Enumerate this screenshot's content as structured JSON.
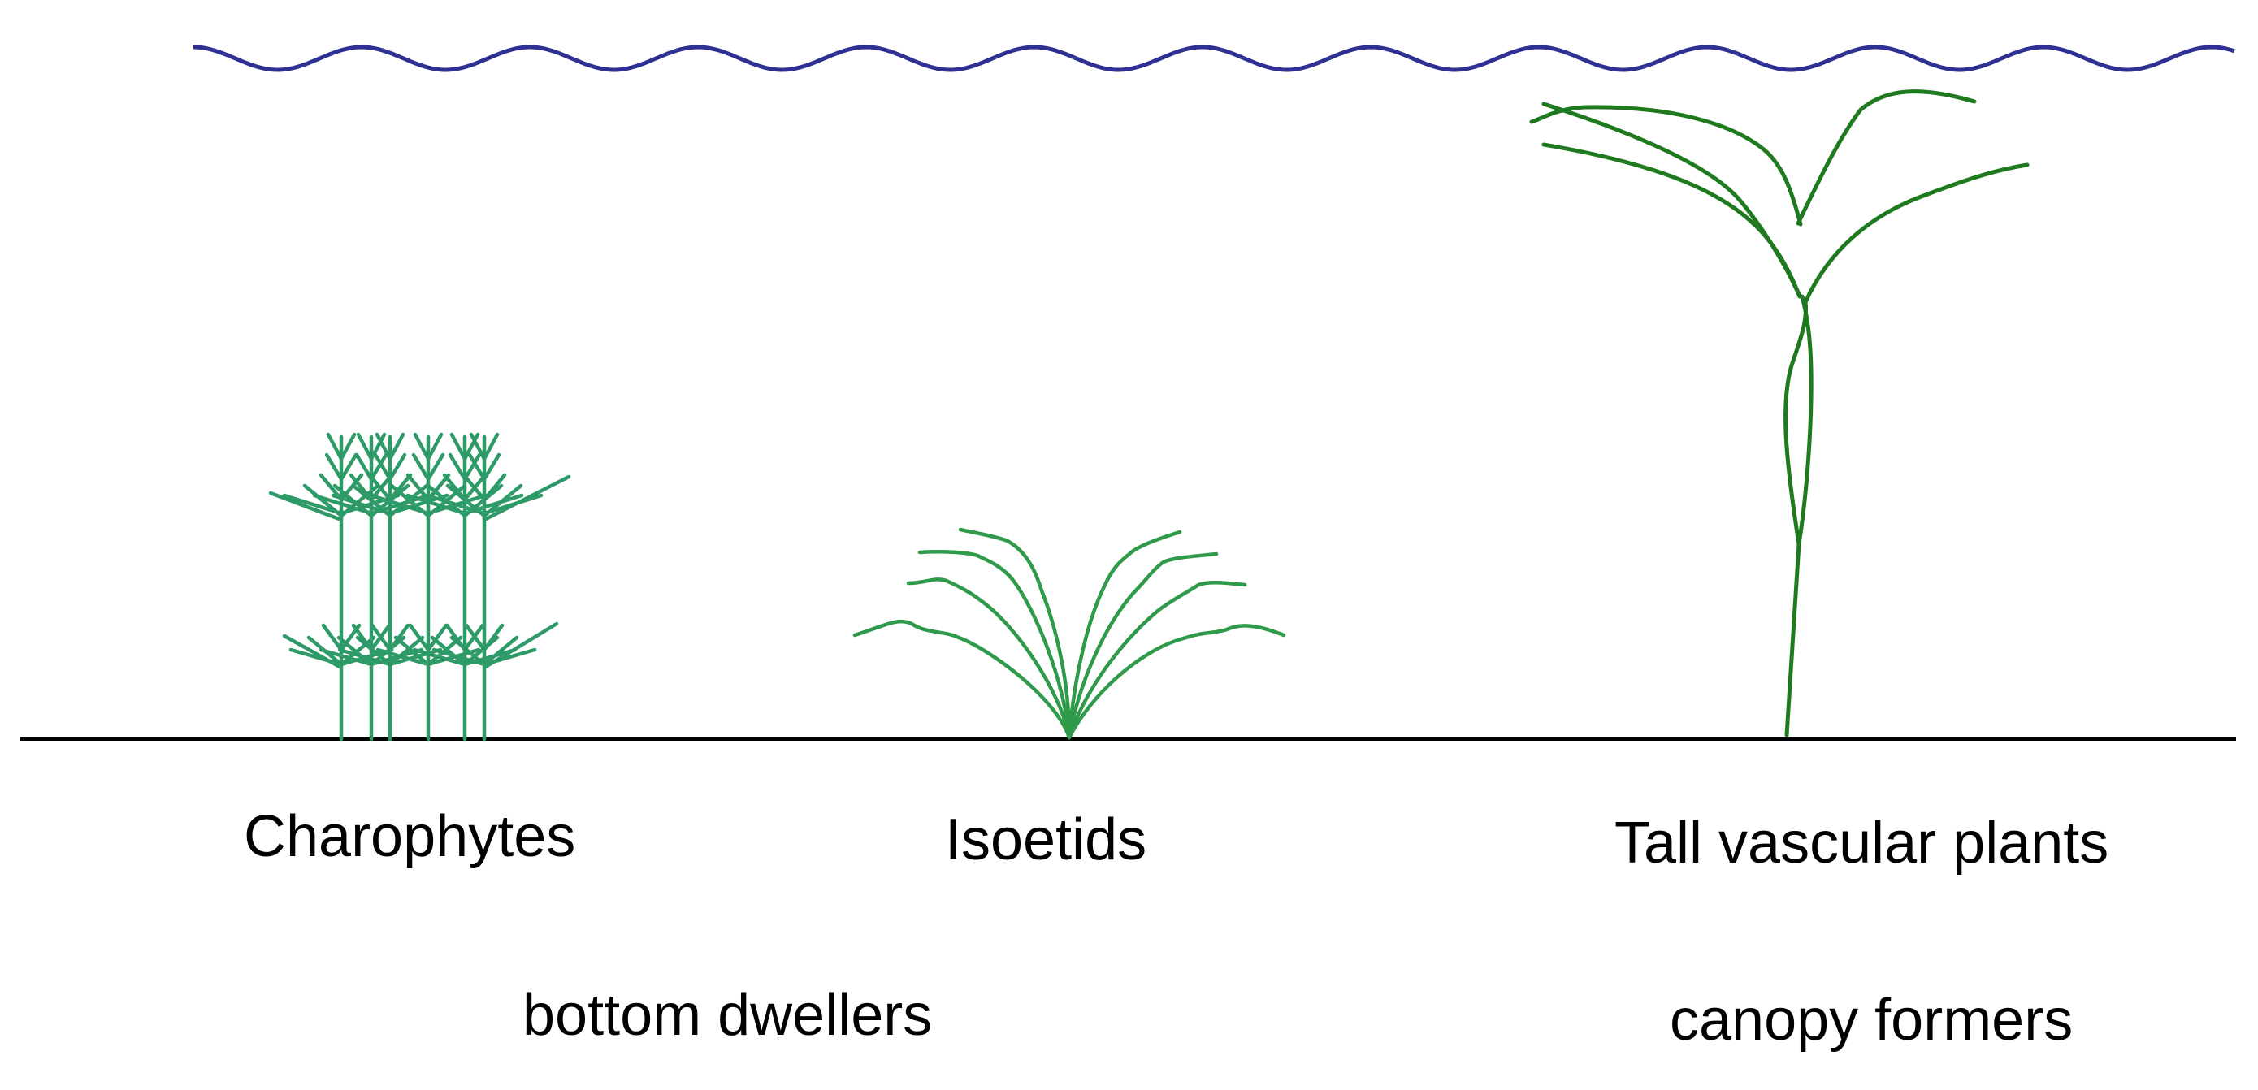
{
  "colors": {
    "water": "#2e3192",
    "ground": "#000000",
    "charophyte": "#2e9a68",
    "isoetid": "#2f9a4a",
    "vascular": "#1f7a1f"
  },
  "labels": {
    "charophytes": "Charophytes",
    "isoetids": "Isoetids",
    "tall_vascular": "Tall vascular plants",
    "bottom": "bottom dwellers",
    "canopy": "canopy formers"
  }
}
